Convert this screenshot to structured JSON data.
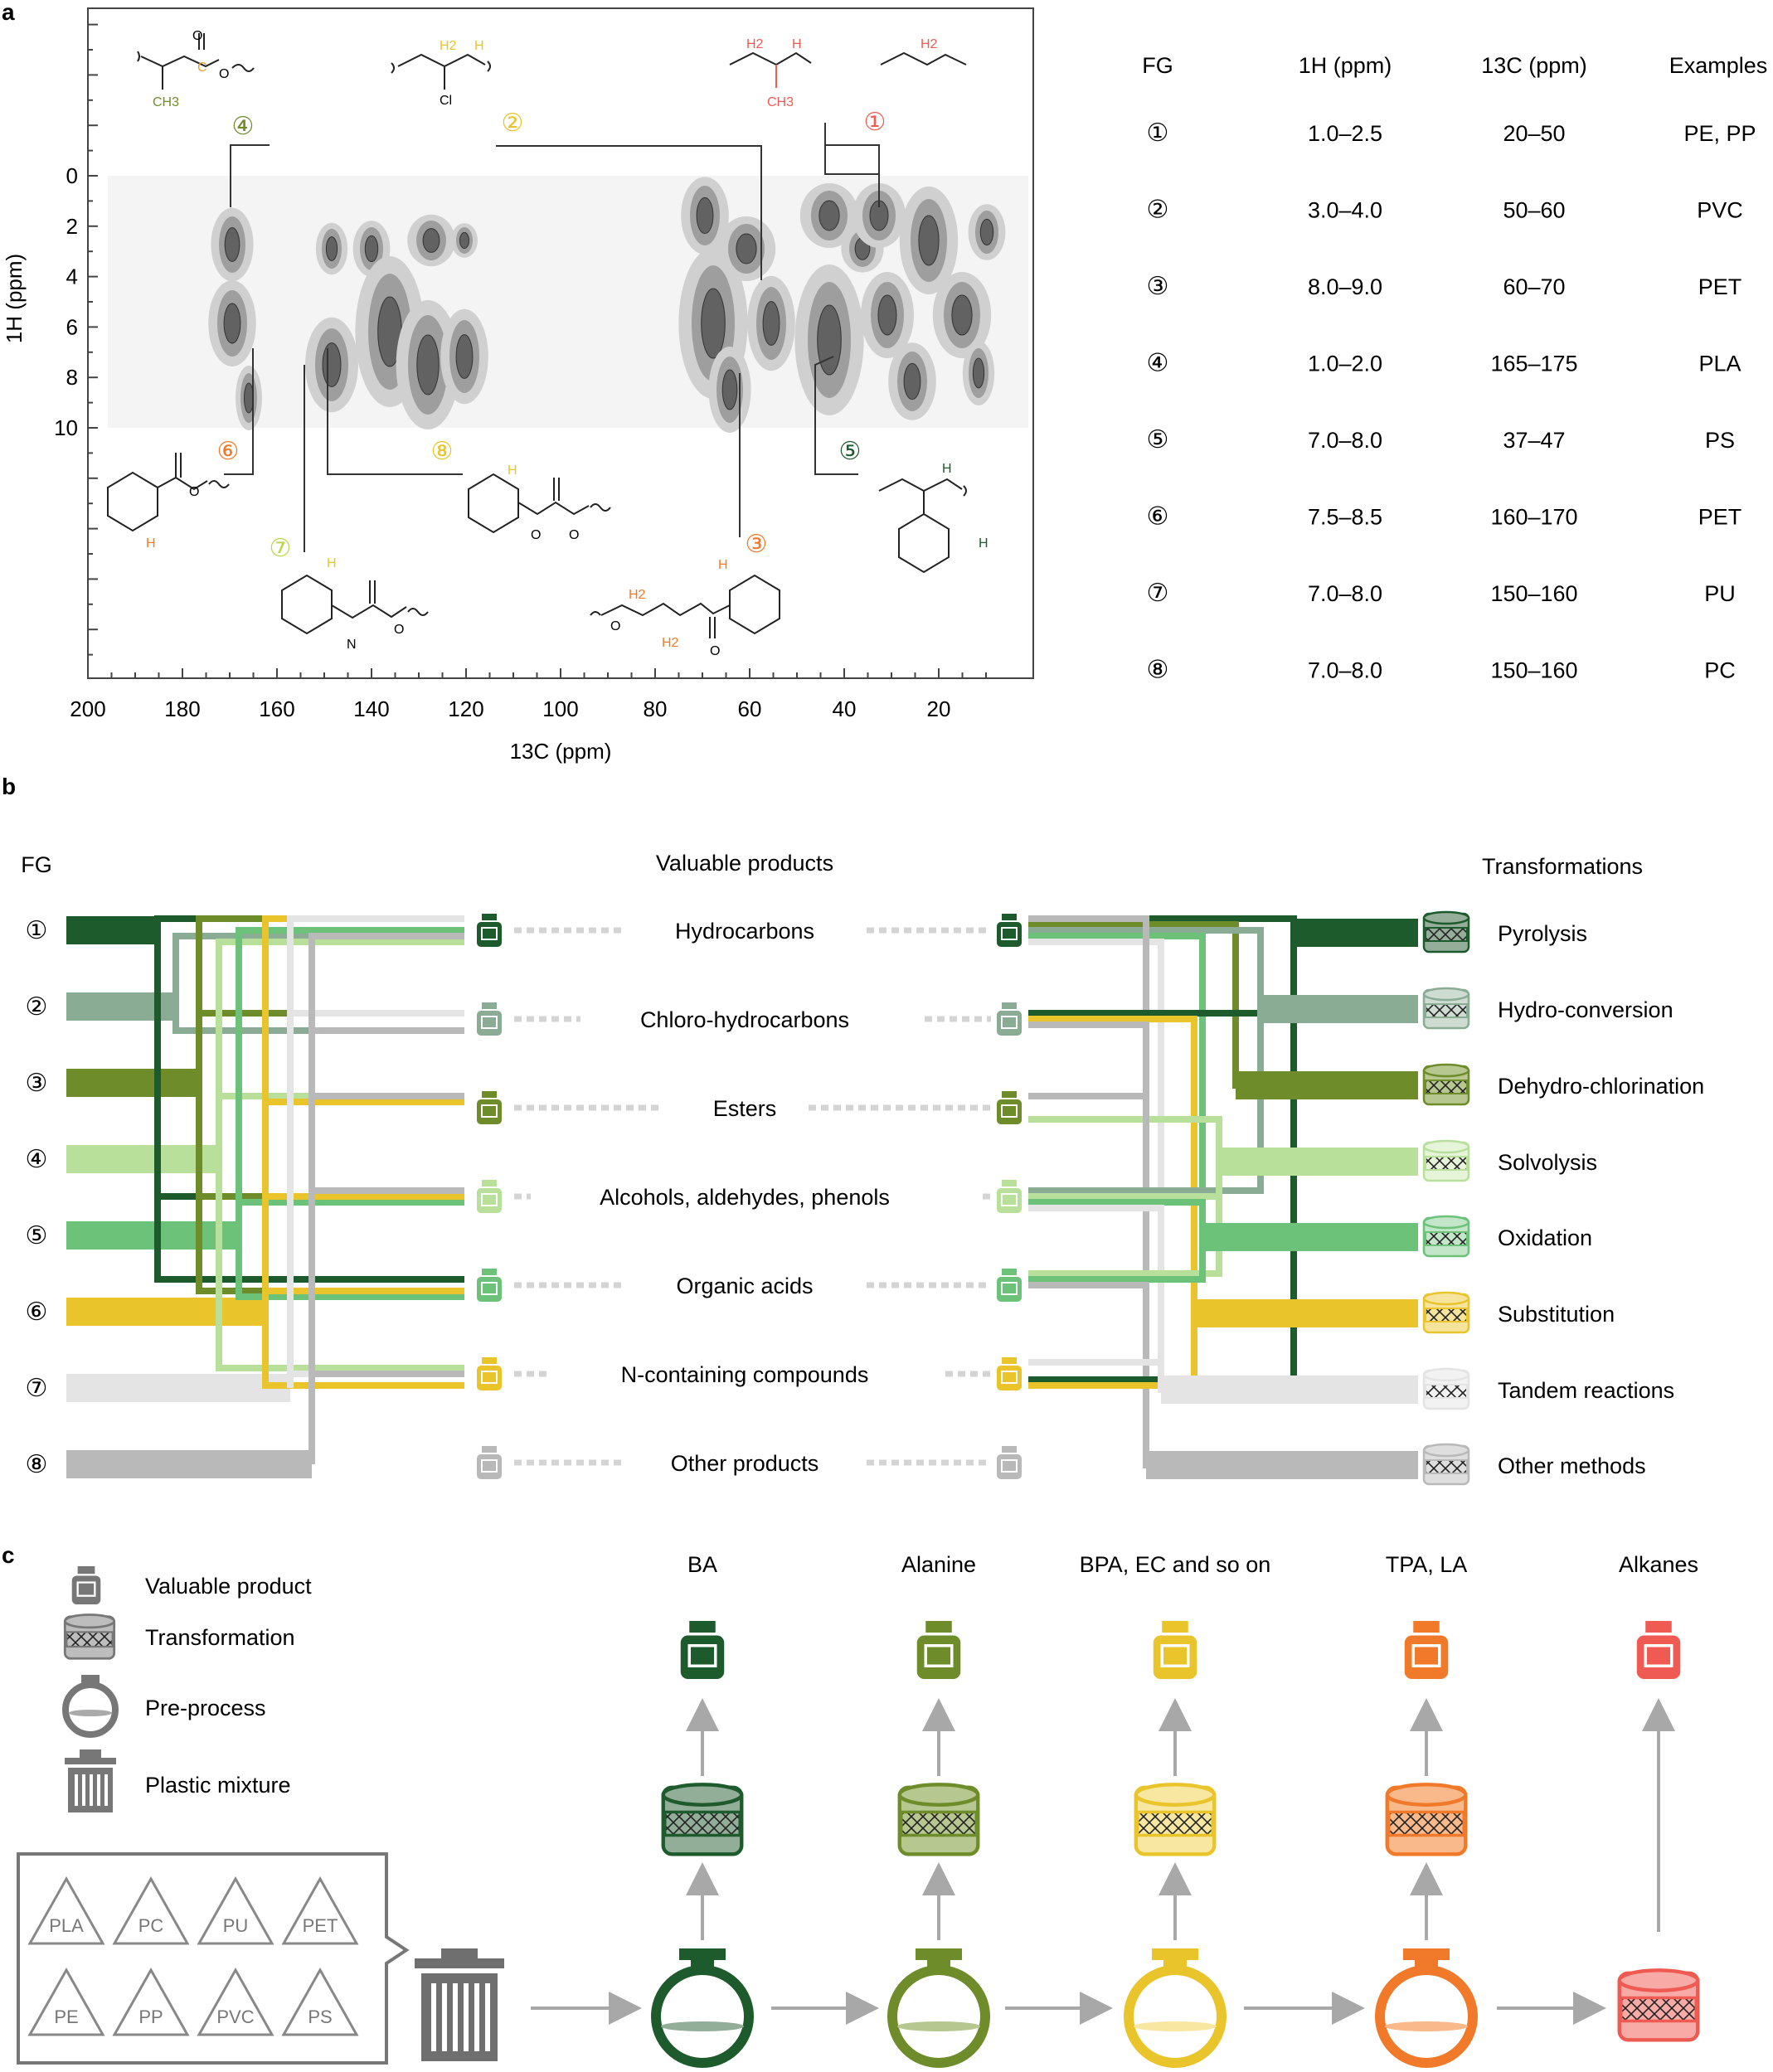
{
  "panels": {
    "a": "a",
    "b": "b",
    "c": "c"
  },
  "nmr": {
    "x_axis_label": "13C (ppm)",
    "y_axis_label": "1H (ppm)",
    "x_ticks": [
      "200",
      "180",
      "160",
      "140",
      "120",
      "100",
      "80",
      "60",
      "40",
      "20"
    ],
    "y_ticks": [
      "0",
      "2",
      "4",
      "6",
      "8",
      "10"
    ],
    "callouts": [
      "①",
      "②",
      "③",
      "④",
      "⑤",
      "⑥",
      "⑦",
      "⑧"
    ]
  },
  "fg_table": {
    "headers": [
      "FG",
      "1H (ppm)",
      "13C (ppm)",
      "Examples"
    ],
    "rows": [
      {
        "fg": "①",
        "h": "1.0–2.5",
        "c": "20–50",
        "ex": "PE, PP"
      },
      {
        "fg": "②",
        "h": "3.0–4.0",
        "c": "50–60",
        "ex": "PVC"
      },
      {
        "fg": "③",
        "h": "8.0–9.0",
        "c": "60–70",
        "ex": "PET"
      },
      {
        "fg": "④",
        "h": "1.0–2.0",
        "c": "165–175",
        "ex": "PLA"
      },
      {
        "fg": "⑤",
        "h": "7.0–8.0",
        "c": "37–47",
        "ex": "PS"
      },
      {
        "fg": "⑥",
        "h": "7.5–8.5",
        "c": "160–170",
        "ex": "PET"
      },
      {
        "fg": "⑦",
        "h": "7.0–8.0",
        "c": "150–160",
        "ex": "PU"
      },
      {
        "fg": "⑧",
        "h": "7.0–8.0",
        "c": "150–160",
        "ex": "PC"
      }
    ]
  },
  "network": {
    "fg_header": "FG",
    "products_header": "Valuable products",
    "transformations_header": "Transformations",
    "fg_labels": [
      "①",
      "②",
      "③",
      "④",
      "⑤",
      "⑥",
      "⑦",
      "⑧"
    ],
    "products": [
      "Hydrocarbons",
      "Chloro-hydrocarbons",
      "Esters",
      "Alcohols, aldehydes, phenols",
      "Organic acids",
      "N-containing compounds",
      "Other products"
    ],
    "transformations": [
      "Pyrolysis",
      "Hydro-conversion",
      "Dehydro-chlorination",
      "Solvolysis",
      "Oxidation",
      "Substitution",
      "Tandem reactions",
      "Other methods"
    ]
  },
  "legend": {
    "items": [
      "Valuable product",
      "Transformation",
      "Pre-process",
      "Plastic mixture"
    ]
  },
  "pipeline": {
    "products": [
      "BA",
      "Alanine",
      "BPA, EC and so on",
      "TPA, LA",
      "Alkanes"
    ],
    "plastics": [
      "PLA",
      "PC",
      "PU",
      "PET",
      "PE",
      "PP",
      "PVC",
      "PS"
    ]
  },
  "molecule_labels": {
    "ch3": "CH3",
    "h2": "H2",
    "h": "H",
    "cl": "Cl",
    "o": "O",
    "c": "C",
    "n": "N"
  },
  "colors": {
    "fg1": "#1d5a2c",
    "fg2": "#8aab94",
    "fg3": "#6e8c2a",
    "fg4": "#b8e09a",
    "fg5": "#6dc27a",
    "fg6": "#e9c42a",
    "fg7": "#e4e4e4",
    "fg8": "#b9b9b9",
    "orange": "#f07a2a",
    "red": "#ef5a52",
    "grey": "#707070"
  }
}
